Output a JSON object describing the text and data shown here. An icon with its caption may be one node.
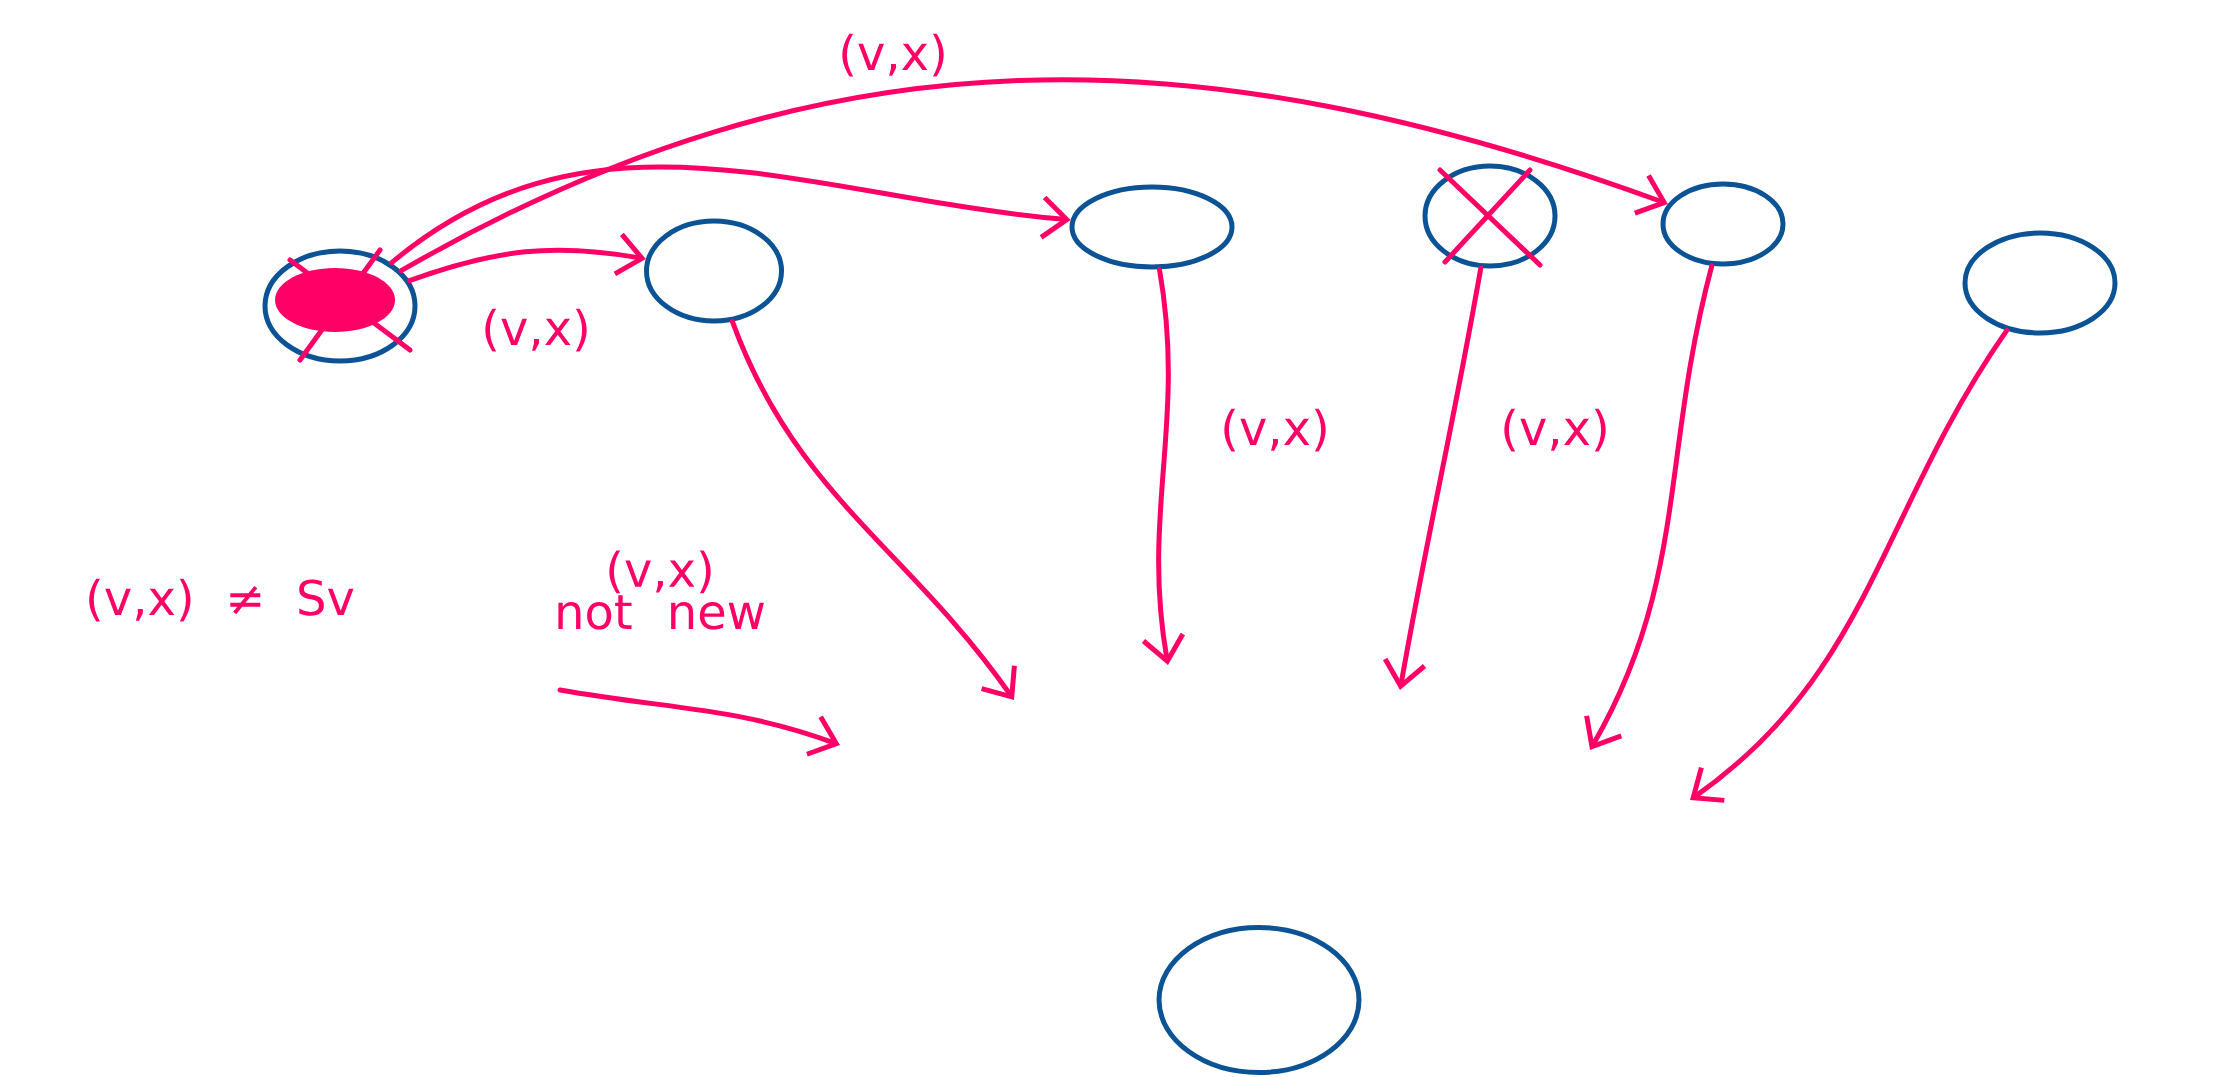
{
  "diagram": {
    "nodes": [
      {
        "text": [],
        "shape": "circle"
      },
      {
        "text": [],
        "shape": "circle"
      },
      {
        "text": [],
        "shape": "circle"
      },
      {
        "text": [],
        "shape": "circle"
      },
      {
        "text": [],
        "shape": "circle"
      },
      {
        "text": [],
        "shape": "circle"
      },
      {
        "text": [],
        "shape": "circle"
      }
    ],
    "edges": [
      {
        "from": 0,
        "to": 1,
        "arrow": "to",
        "label": "(v,x)"
      },
      {
        "from": 0,
        "to": 2,
        "arrow": "to"
      },
      {
        "from": 0,
        "to": 4,
        "arrow": "to",
        "label": "(v,x)"
      },
      {
        "from": 1,
        "to": null,
        "arrow": "to"
      },
      {
        "from": 2,
        "to": null,
        "arrow": "to"
      },
      {
        "from": 3,
        "to": null,
        "arrow": "to"
      },
      {
        "from": 4,
        "to": null,
        "arrow": "to"
      },
      {
        "from": 5,
        "to": null,
        "arrow": "to"
      }
    ],
    "labels": [
      "(v,x)",
      "(v,x)",
      "(v,x) ≠ Sv",
      "(v,x) not new"
    ]
  }
}
